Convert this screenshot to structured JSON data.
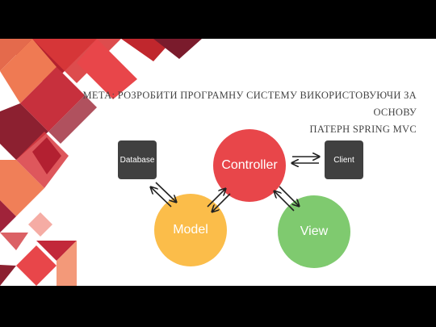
{
  "slide": {
    "title_line1": "МЕТА: РОЗРОБИТИ ПРОГРАМНУ СИСТЕМУ ВИКОРИСТОВУЮЧИ ЗА ОСНОВУ",
    "title_line2": "ПАТЕРН SPRING MVC"
  },
  "diagram": {
    "nodes": {
      "database": "Database",
      "client": "Client",
      "controller": "Controller",
      "model": "Model",
      "view": "View"
    },
    "colors": {
      "controller": "#e8464a",
      "model": "#fbbd4a",
      "view": "#7fca6f",
      "box": "#404040",
      "accent_red": "#c0272d"
    }
  }
}
